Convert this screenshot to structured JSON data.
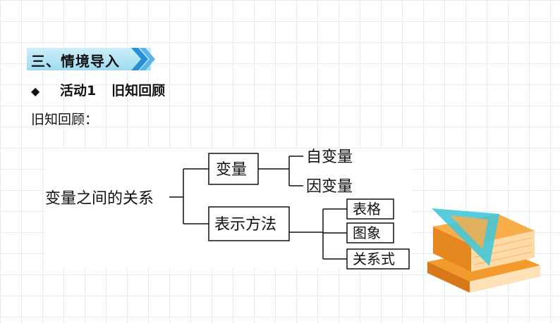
{
  "section": {
    "title": "三、情境导入"
  },
  "activity": {
    "bullet": "◆",
    "name": "活动1",
    "topic": "旧知回顾"
  },
  "review_label": "旧知回顾：",
  "diagram": {
    "root": "变量之间的关系",
    "branch_variables": {
      "label": "变量",
      "children": [
        "自变量",
        "因变量"
      ]
    },
    "branch_methods": {
      "label": "表示方法",
      "children": [
        "表格",
        "图象",
        "关系式"
      ]
    }
  },
  "colors": {
    "banner_light": "#cdeef9",
    "banner_dark": "#9fdcf1",
    "chevron": "#2a8fd6",
    "book_orange": "#f39a2c",
    "book_light": "#ffd9a6",
    "triangle": "#45c6d8"
  },
  "icons": [
    "chevron-right-icon",
    "diamond-bullet-icon",
    "books-triangle-icon"
  ]
}
